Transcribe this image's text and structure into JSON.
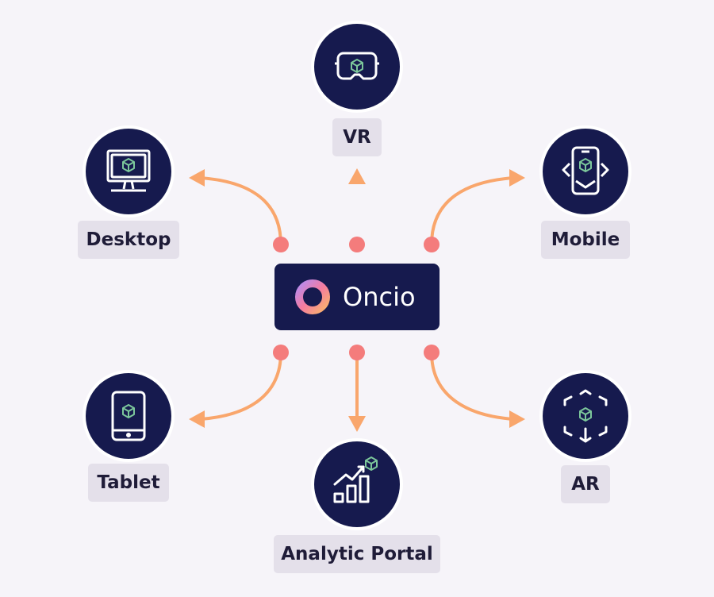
{
  "hub": {
    "name": "Oncio",
    "logo_icon": "oncio-ring-logo-icon"
  },
  "nodes": {
    "vr": {
      "label": "VR",
      "icon": "vr-headset-icon"
    },
    "desktop": {
      "label": "Desktop",
      "icon": "desktop-monitor-icon"
    },
    "mobile": {
      "label": "Mobile",
      "icon": "mobile-phone-icon"
    },
    "tablet": {
      "label": "Tablet",
      "icon": "tablet-icon"
    },
    "analytic_portal": {
      "label": "Analytic Portal",
      "icon": "analytics-chart-icon"
    },
    "ar": {
      "label": "AR",
      "icon": "ar-scan-icon"
    }
  },
  "colors": {
    "background": "#f6f4f9",
    "node_fill": "#161a4e",
    "label_bg": "#e4e0ea",
    "label_text": "#1f1c38",
    "dot": "#f47c7c",
    "arrow": "#f9a66c",
    "cube": "#7cc79b"
  }
}
